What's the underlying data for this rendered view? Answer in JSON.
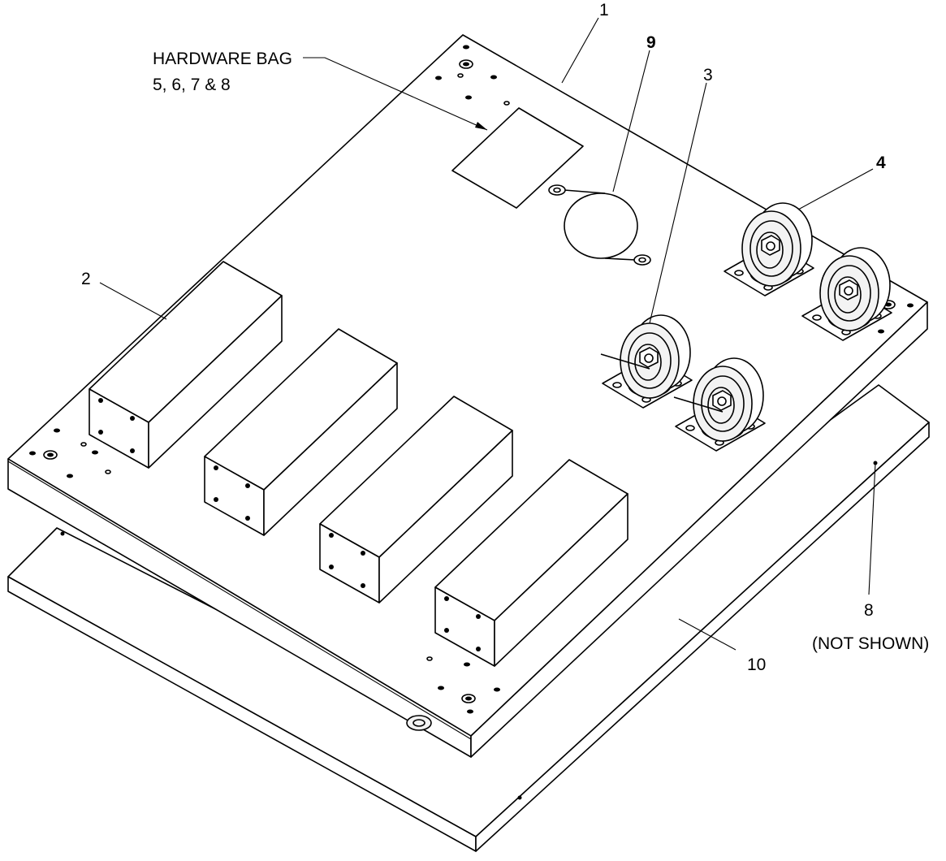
{
  "callouts": {
    "hardware_bag_title": "HARDWARE BAG",
    "hardware_bag_items": "5, 6, 7 & 8",
    "item_1": "1",
    "item_2": "2",
    "item_3": "3",
    "item_4": "4",
    "item_8": "8",
    "item_8_note": "(NOT SHOWN)",
    "item_9": "9",
    "item_10": "10"
  }
}
